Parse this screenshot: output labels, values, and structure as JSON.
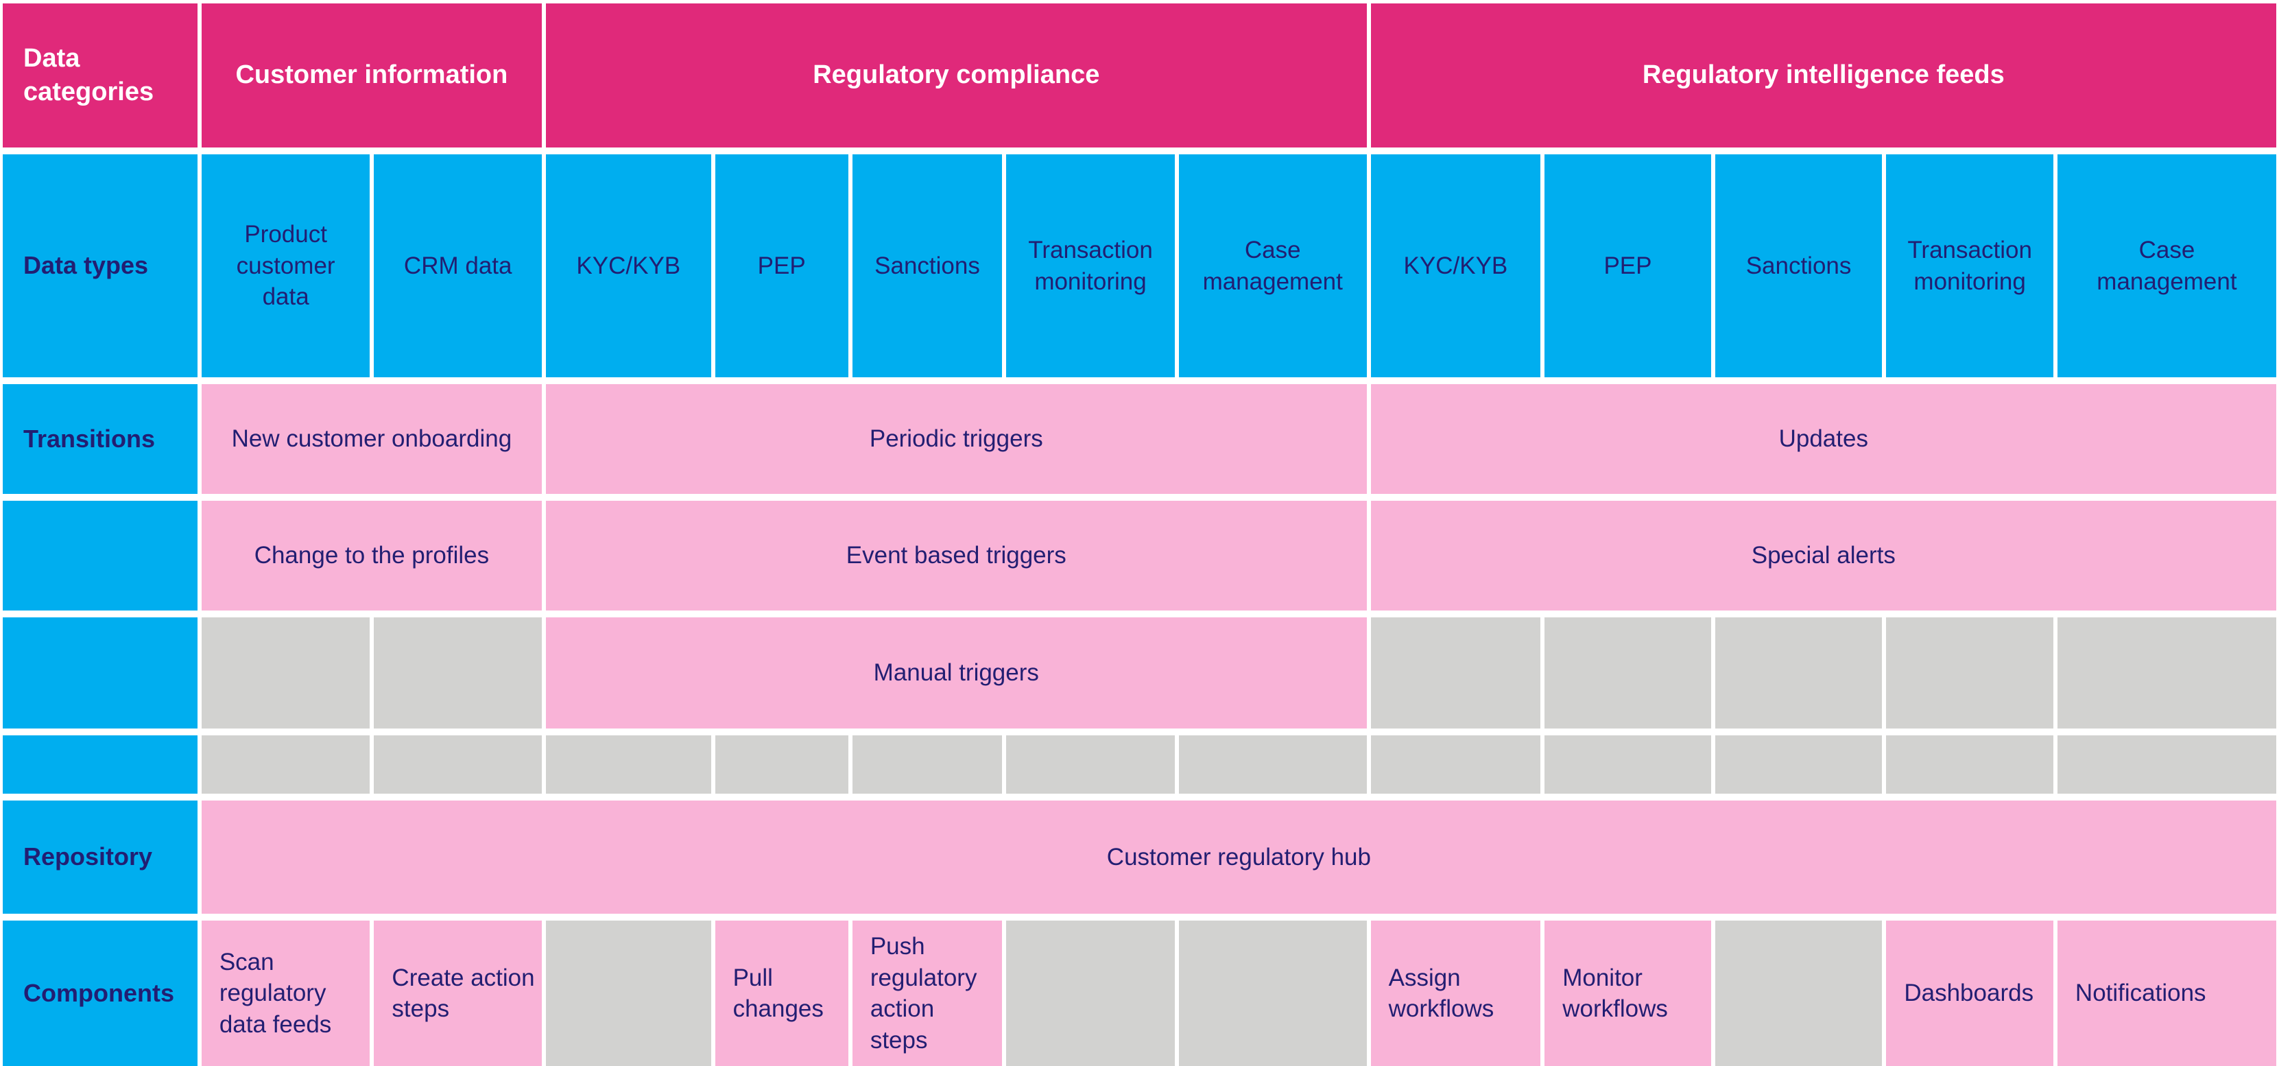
{
  "palette": {
    "magenta": "#e0297a",
    "blue": "#00aeef",
    "pink": "#f9b3d7",
    "gray": "#d2d2d0",
    "navy": "#221e72",
    "white": "#ffffff"
  },
  "header": {
    "row_label": "Data categories",
    "sections": [
      "Customer information",
      "Regulatory compliance",
      "Regulatory intelligence feeds"
    ]
  },
  "data_types": {
    "row_label": "Data types",
    "cells": [
      "Product customer data",
      "CRM data",
      "KYC/KYB",
      "PEP",
      "Sanctions",
      "Transaction monitoring",
      "Case management",
      "KYC/KYB",
      "PEP",
      "Sanctions",
      "Transaction monitoring",
      "Case management"
    ]
  },
  "transitions": {
    "row_label": "Transitions",
    "onboarding_row": {
      "customer": "New customer onboarding",
      "compliance": "Periodic triggers",
      "intelligence": "Updates"
    },
    "change_row": {
      "customer": "Change to the profiles",
      "compliance": "Event based triggers",
      "intelligence": "Special alerts"
    },
    "manual_row": {
      "compliance": "Manual triggers"
    }
  },
  "repository": {
    "row_label": "Repository",
    "hub": "Customer regulatory hub"
  },
  "components": {
    "row_label": "Components",
    "scan": "Scan regulatory data feeds",
    "create": "Create action steps",
    "pull": "Pull changes",
    "push": "Push regulatory action steps",
    "assign": "Assign workflows",
    "monitor": "Monitor workflows",
    "dashboards": "Dashboards",
    "notifications": "Notifications"
  }
}
